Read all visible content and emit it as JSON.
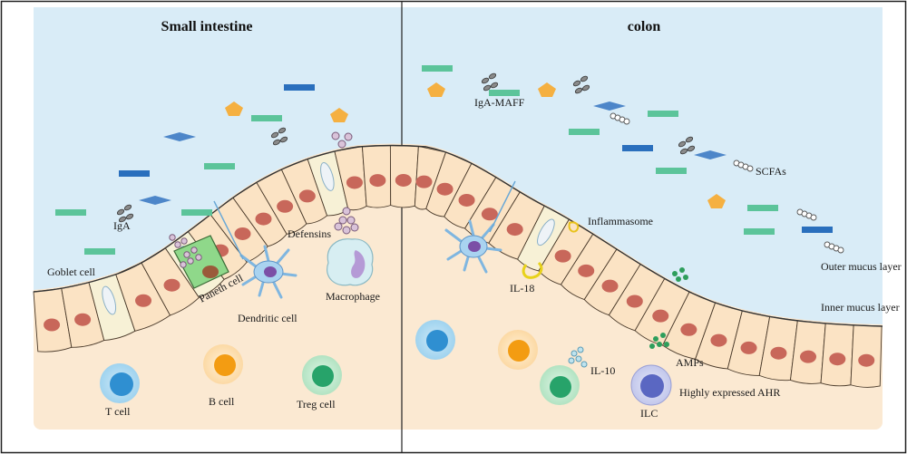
{
  "titles": {
    "left": "Small intestine",
    "right": "colon"
  },
  "labels": {
    "iga": "IgA",
    "goblet_cell": "Goblet cell",
    "paneth_cell": "Paneth cell",
    "defensins": "Defensins",
    "macrophage": "Macrophage",
    "dendritic_cell": "Dendritic cell",
    "t_cell": "T cell",
    "b_cell": "B cell",
    "treg_cell": "Treg cell",
    "iga_maff": "IgA-MAFF",
    "scfas": "SCFAs",
    "inflammasome": "Inflammasome",
    "il18": "IL-18",
    "outer_mucus": "Outer mucus layer",
    "inner_mucus": "Inner mucus layer",
    "il10": "IL-10",
    "amps": "AMPs",
    "highly_ahr": "Highly expressed AHR",
    "ilc": "ILC"
  },
  "colors": {
    "lumen": "#d9ecf7",
    "lamina": "#fbe9d2",
    "cell_fill": "#fbe3c4",
    "cell_stroke": "#4a3a2a",
    "nucleus": "#c8675a",
    "teal_bar": "#5cc49a",
    "blue_bar": "#2a6fbd",
    "diamond": "#4d86c9",
    "pentagon": "#f5b041",
    "t_cell": "#2f8fd1",
    "b_cell": "#f39c12",
    "treg_cell": "#27a36a",
    "ilc": "#5a67c2",
    "paneth": "#7fcf7a"
  },
  "icons": [
    "bacteria-icon",
    "scfa-chain-icon",
    "igA-bar-icon",
    "antigen-diamond-icon",
    "pentagon-molecule-icon"
  ]
}
